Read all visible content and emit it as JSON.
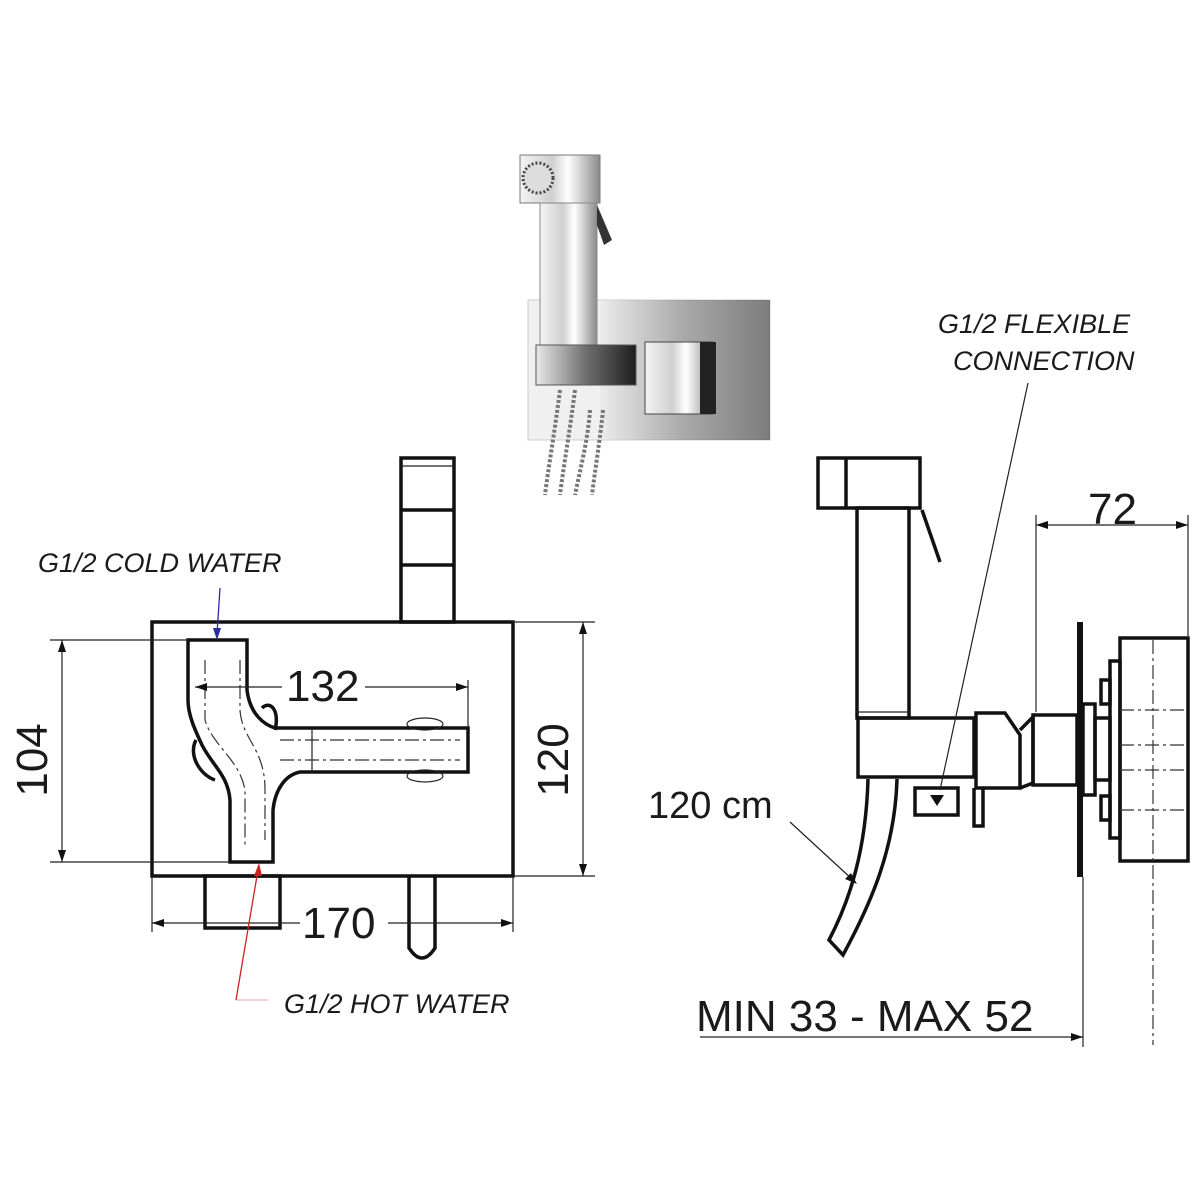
{
  "labels": {
    "cold_water": "G1/2 COLD WATER",
    "hot_water": "G1/2 HOT WATER",
    "flexible_line1": "G1/2 FLEXIBLE",
    "flexible_line2": "CONNECTION",
    "hose_length": "120 cm",
    "wall_depth": "MIN 33 - MAX 52"
  },
  "dimensions": {
    "height_inner": "104",
    "width_inner": "132",
    "height_total": "120",
    "width_total": "170",
    "depth_valve": "72"
  },
  "colors": {
    "cold_arrow": "#2a2aa8",
    "hot_arrow": "#cc2222",
    "line": "#111111"
  }
}
